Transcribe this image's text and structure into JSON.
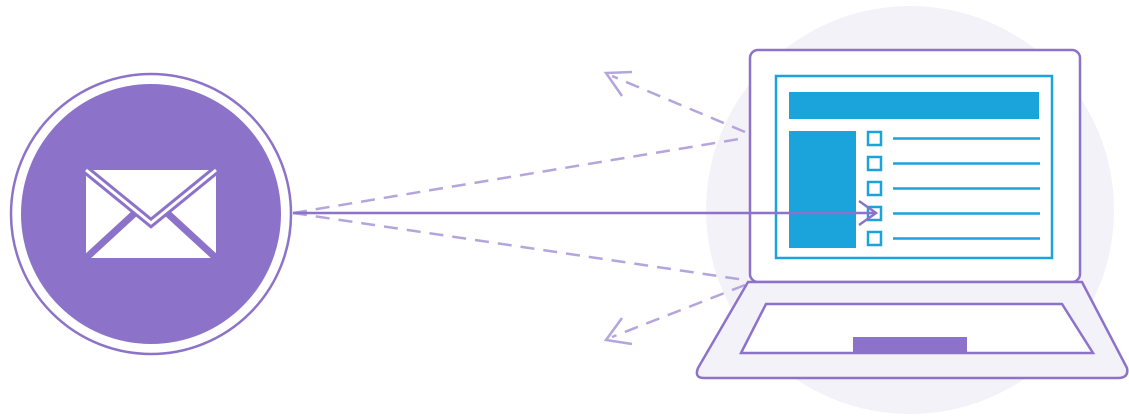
{
  "colors": {
    "purple": "#8c73c9",
    "purple_light": "#b5a5dd",
    "blue": "#1ba3dc",
    "backdrop": "#f4f2f9",
    "white": "#ffffff"
  },
  "icons": {
    "sender": "envelope-icon",
    "device": "laptop-icon",
    "select": "checkbox-icon"
  },
  "screen": {
    "list_item_count": 5,
    "target_item": 4
  },
  "flow": {
    "direct_path": "solid-arrow",
    "scattered_paths": "dashed-arrows"
  }
}
